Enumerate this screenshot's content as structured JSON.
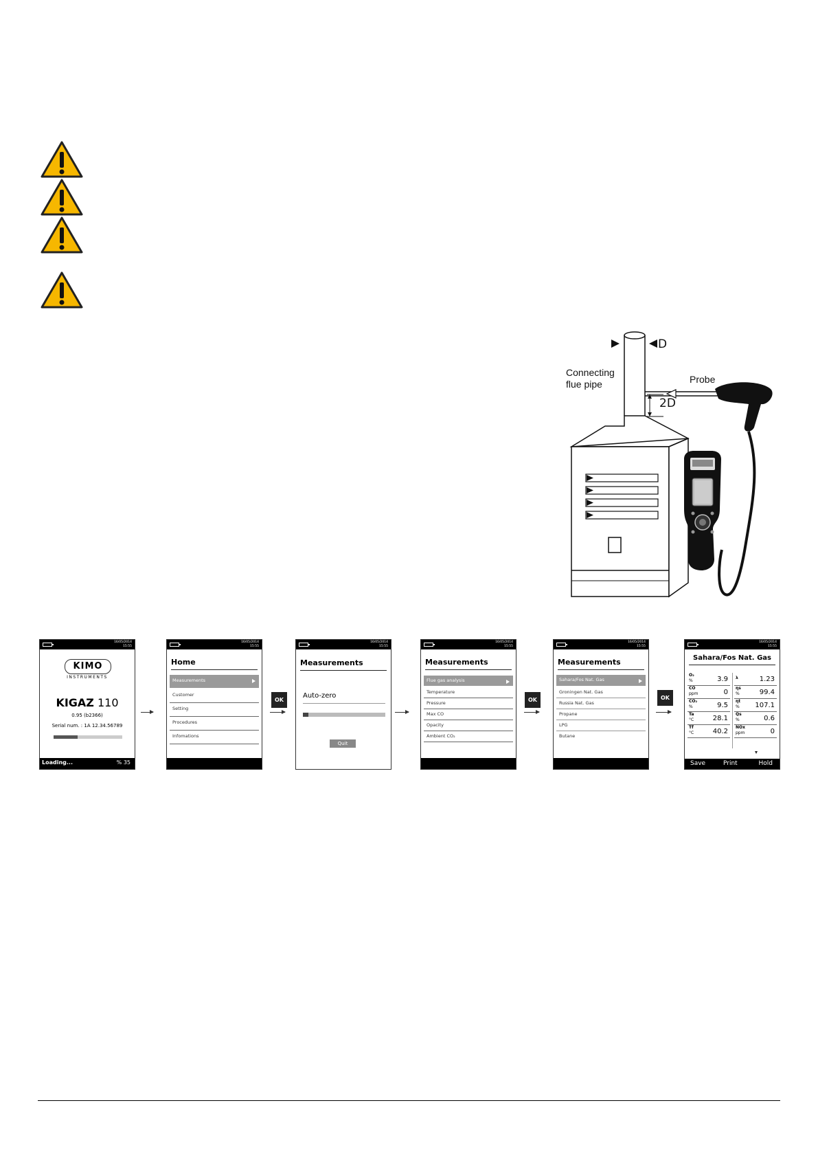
{
  "figure": {
    "label_d": "D",
    "label_connecting": "Connecting",
    "label_flue_pipe": "flue pipe",
    "label_probe": "Probe",
    "label_2d": "2D"
  },
  "flow": {
    "ok_label": "OK"
  },
  "screens": {
    "s1": {
      "date": "16/05/2014",
      "time": "15:55",
      "logo": "KIMO",
      "logo_sub": "INSTRUMENTS",
      "model_bold": "KIGAZ",
      "model_num": "110",
      "version": "0.95 (b2366)",
      "serial": "Serial num. : 1A 12.34.56789",
      "progress": 0.35,
      "status_left": "Loading...",
      "status_right": "% 35"
    },
    "s2": {
      "date": "16/05/2014",
      "time": "15:55",
      "title": "Home",
      "items": [
        "Measurements",
        "Customer",
        "Setting",
        "Procedures",
        "Infomations"
      ]
    },
    "s3": {
      "date": "16/05/2014",
      "time": "15:55",
      "title": "Measurements",
      "subtitle": "Auto-zero",
      "progress": 0.07,
      "button": "Quit"
    },
    "s4": {
      "date": "16/05/2014",
      "time": "15:55",
      "title": "Measurements",
      "items": [
        "Flue gas analysis",
        "Temperature",
        "Pressure",
        "Max CO",
        "Opacity",
        "Ambient CO₂"
      ]
    },
    "s5": {
      "date": "16/05/2014",
      "time": "15:55",
      "title": "Measurements",
      "items": [
        "Sahara/Fos Nat. Gas",
        "Groningen Nat. Gas",
        "Russia Nat. Gas",
        "Propane",
        "LPG",
        "Butane"
      ]
    },
    "s6": {
      "date": "16/05/2014",
      "time": "15:55",
      "title": "Sahara/Fos Nat. Gas",
      "left": [
        {
          "label": "O₂",
          "unit": "%",
          "value": "3.9"
        },
        {
          "label": "CO",
          "unit": "ppm",
          "value": "0"
        },
        {
          "label": "CO₂",
          "unit": "%",
          "value": "9.5"
        },
        {
          "label": "Ta",
          "unit": "°C",
          "value": "28.1"
        },
        {
          "label": "Tf",
          "unit": "°C",
          "value": "40.2"
        }
      ],
      "right": [
        {
          "label": "λ",
          "unit": "",
          "value": "1.23"
        },
        {
          "label": "ηs",
          "unit": "%",
          "value": "99.4"
        },
        {
          "label": "ηt",
          "unit": "%",
          "value": "107.1"
        },
        {
          "label": "Qs",
          "unit": "%",
          "value": "0.6"
        },
        {
          "label": "NOx",
          "unit": "ppm",
          "value": "0"
        }
      ],
      "softkeys": [
        "Save",
        "Print",
        "Hold"
      ]
    }
  }
}
